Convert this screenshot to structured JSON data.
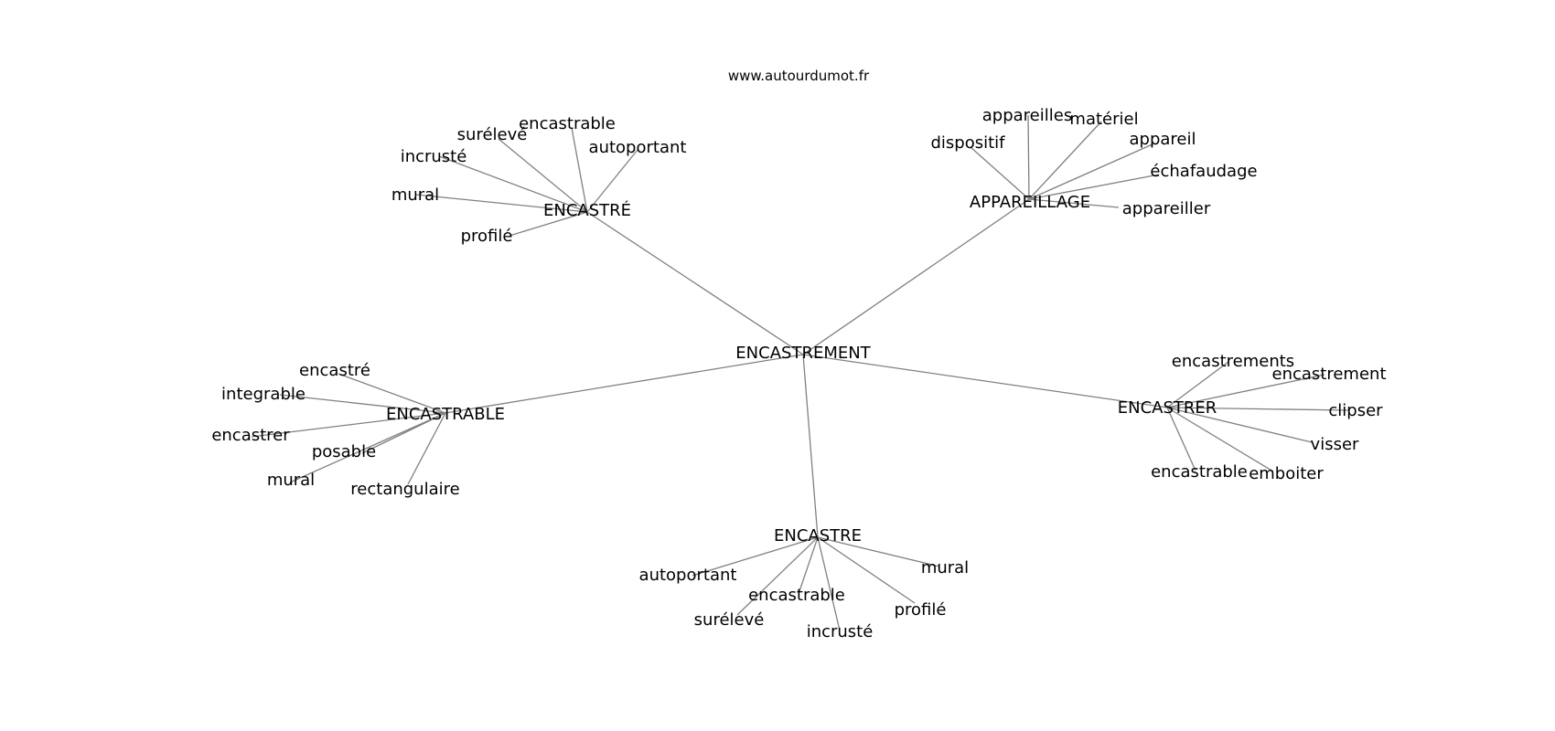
{
  "header": {
    "site": "www.autourdumot.fr"
  },
  "graph": {
    "center": "ENCASTREMENT",
    "hubs": [
      {
        "label": "ENCASTRÉ",
        "words": [
          "encastrable",
          "surélevé",
          "autoportant",
          "incrusté",
          "mural",
          "profilé"
        ]
      },
      {
        "label": "APPAREILLAGE",
        "words": [
          "appareilles",
          "matériel",
          "dispositif",
          "appareil",
          "échafaudage",
          "appareiller"
        ]
      },
      {
        "label": "ENCASTRABLE",
        "words": [
          "encastré",
          "integrable",
          "encastrer",
          "posable",
          "mural",
          "rectangulaire"
        ]
      },
      {
        "label": "ENCASTRER",
        "words": [
          "encastrements",
          "encastrement",
          "clipser",
          "visser",
          "emboiter",
          "encastrable"
        ]
      },
      {
        "label": "ENCASTRE",
        "words": [
          "autoportant",
          "mural",
          "encastrable",
          "profilé",
          "surélevé",
          "incrusté"
        ]
      }
    ]
  },
  "colors": {
    "edge": "#808080",
    "text": "#000000",
    "background": "#ffffff"
  }
}
